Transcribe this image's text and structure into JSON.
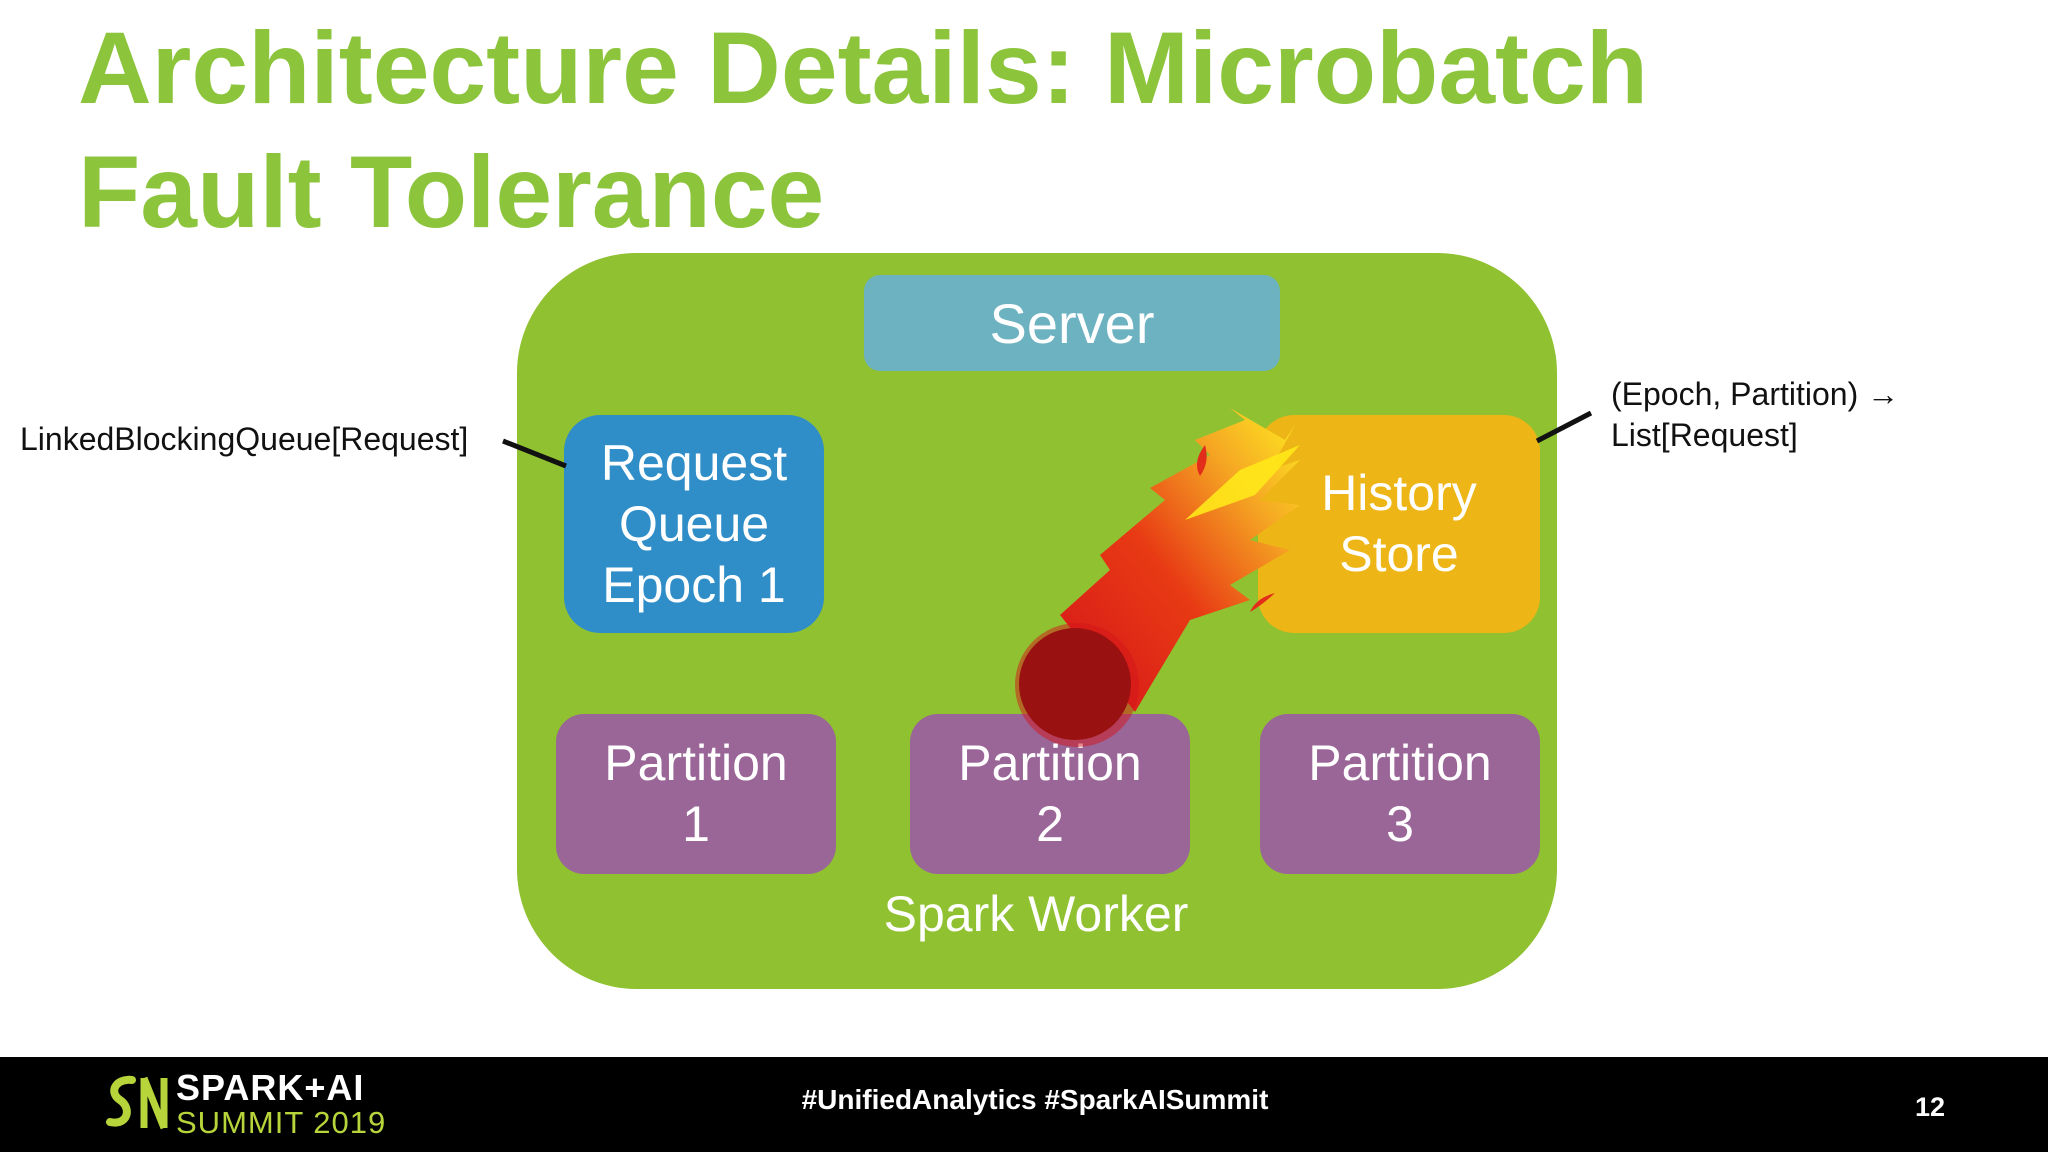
{
  "title": {
    "line1": "Architecture Details: Microbatch",
    "line2": "Fault Tolerance"
  },
  "diagram": {
    "server_label": "Server",
    "request_queue": {
      "line1": "Request",
      "line2": "Queue",
      "line3": "Epoch 1"
    },
    "history_store": {
      "line1": "History",
      "line2": "Store"
    },
    "partitions": [
      {
        "line1": "Partition",
        "line2": "1"
      },
      {
        "line1": "Partition",
        "line2": "2"
      },
      {
        "line1": "Partition",
        "line2": "3"
      }
    ],
    "worker_label": "Spark Worker",
    "callout_left": "LinkedBlockingQueue[Request]",
    "callout_right": {
      "line1": "(Epoch, Partition) →",
      "line2": "List[Request]"
    },
    "failure_icon": "fireball-icon"
  },
  "footer": {
    "logo_line1": "SPARK+AI",
    "logo_line2": "SUMMIT 2019",
    "hashtags": "#UnifiedAnalytics #SparkAISummit",
    "slide_number": "12"
  },
  "colors": {
    "title": "#8cc43c",
    "worker": "#90c131",
    "server": "#6cb2c0",
    "request_queue": "#2f8ec8",
    "history_store": "#eeb516",
    "partition": "#9a6597",
    "footer": "#000000"
  }
}
